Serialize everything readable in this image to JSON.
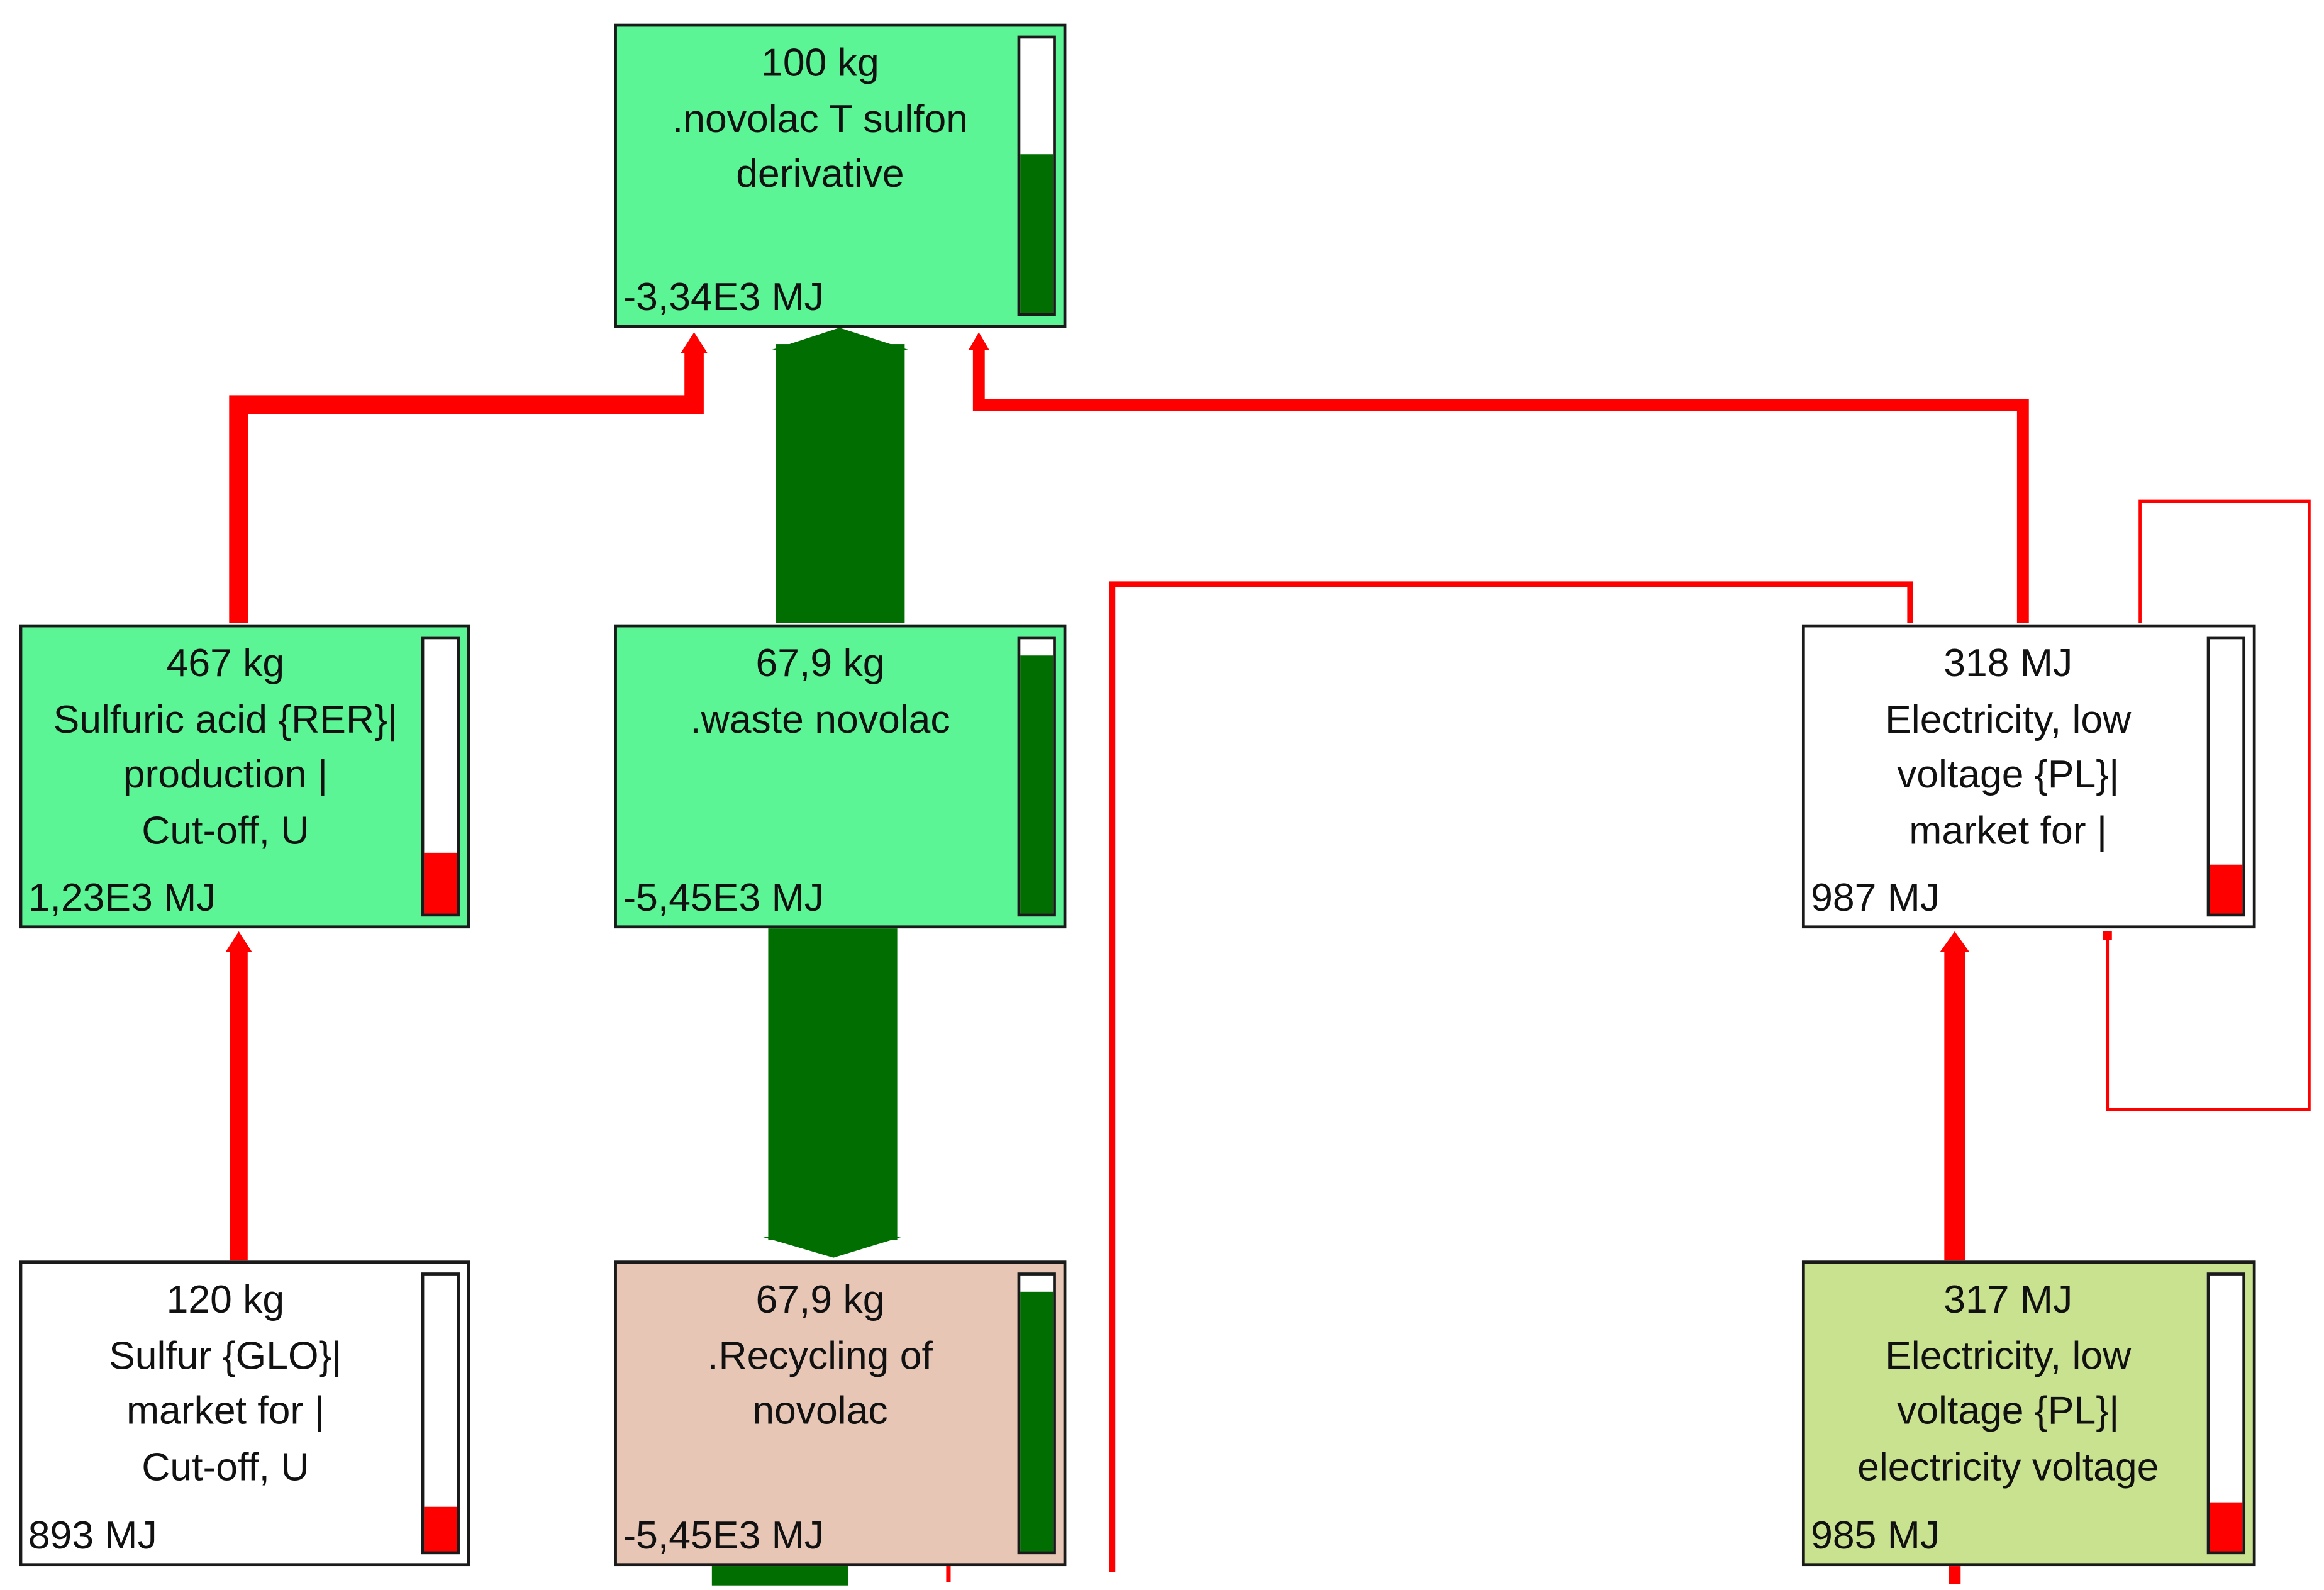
{
  "colors": {
    "negative_flow": "#006e00",
    "positive_flow": "#ff0000",
    "node_green": "#5bf595",
    "node_white": "#ffffff",
    "node_salmon": "#e8c6b6",
    "node_lime": "#c9e290"
  },
  "nodes": [
    {
      "id": "novolac",
      "amount": "100 kg",
      "lines": [
        ".novolac T sulfon",
        "derivative"
      ],
      "score": "-3,34E3 MJ",
      "fill_color": "node_green",
      "indicator_fraction": 0.58,
      "indicator_color": "negative_flow"
    },
    {
      "id": "sulfuric",
      "amount": "467 kg",
      "lines": [
        "Sulfuric acid {RER}|",
        "production |",
        "Cut-off, U"
      ],
      "score": "1,23E3 MJ",
      "fill_color": "node_green",
      "indicator_fraction": 0.22,
      "indicator_color": "positive_flow"
    },
    {
      "id": "waste",
      "amount": "67,9 kg",
      "lines": [
        ".waste novolac"
      ],
      "score": "-5,45E3 MJ",
      "fill_color": "node_green",
      "indicator_fraction": 0.94,
      "indicator_color": "negative_flow"
    },
    {
      "id": "elec1",
      "amount": "318 MJ",
      "lines": [
        "Electricity, low",
        "voltage {PL}|",
        "market for |"
      ],
      "score": "987 MJ",
      "fill_color": "node_white",
      "indicator_fraction": 0.18,
      "indicator_color": "positive_flow"
    },
    {
      "id": "sulfur",
      "amount": "120 kg",
      "lines": [
        "Sulfur {GLO}|",
        "market for |",
        "Cut-off, U"
      ],
      "score": "893 MJ",
      "fill_color": "node_white",
      "indicator_fraction": 0.16,
      "indicator_color": "positive_flow"
    },
    {
      "id": "recycling",
      "amount": "67,9 kg",
      "lines": [
        ".Recycling of",
        "novolac"
      ],
      "score": "-5,45E3 MJ",
      "fill_color": "node_salmon",
      "indicator_fraction": 0.94,
      "indicator_color": "negative_flow"
    },
    {
      "id": "elec2",
      "amount": "317 MJ",
      "lines": [
        "Electricity, low",
        "voltage {PL}|",
        "electricity voltage"
      ],
      "score": "985 MJ",
      "fill_color": "node_lime",
      "indicator_fraction": 0.18,
      "indicator_color": "positive_flow"
    }
  ],
  "links": [
    {
      "from": "sulfuric",
      "to": "novolac",
      "color": "positive_flow"
    },
    {
      "from": "waste",
      "to": "novolac",
      "color": "negative_flow"
    },
    {
      "from": "elec1",
      "to": "novolac",
      "color": "positive_flow"
    },
    {
      "from": "sulfur",
      "to": "sulfuric",
      "color": "positive_flow"
    },
    {
      "from": "recycling",
      "to": "waste",
      "color": "negative_flow"
    },
    {
      "from": "elec2",
      "to": "elec1",
      "color": "positive_flow"
    },
    {
      "from": "elec1",
      "to": "elec1",
      "color": "positive_flow"
    },
    {
      "from": "offscreen",
      "to": "elec1",
      "color": "positive_flow"
    }
  ]
}
